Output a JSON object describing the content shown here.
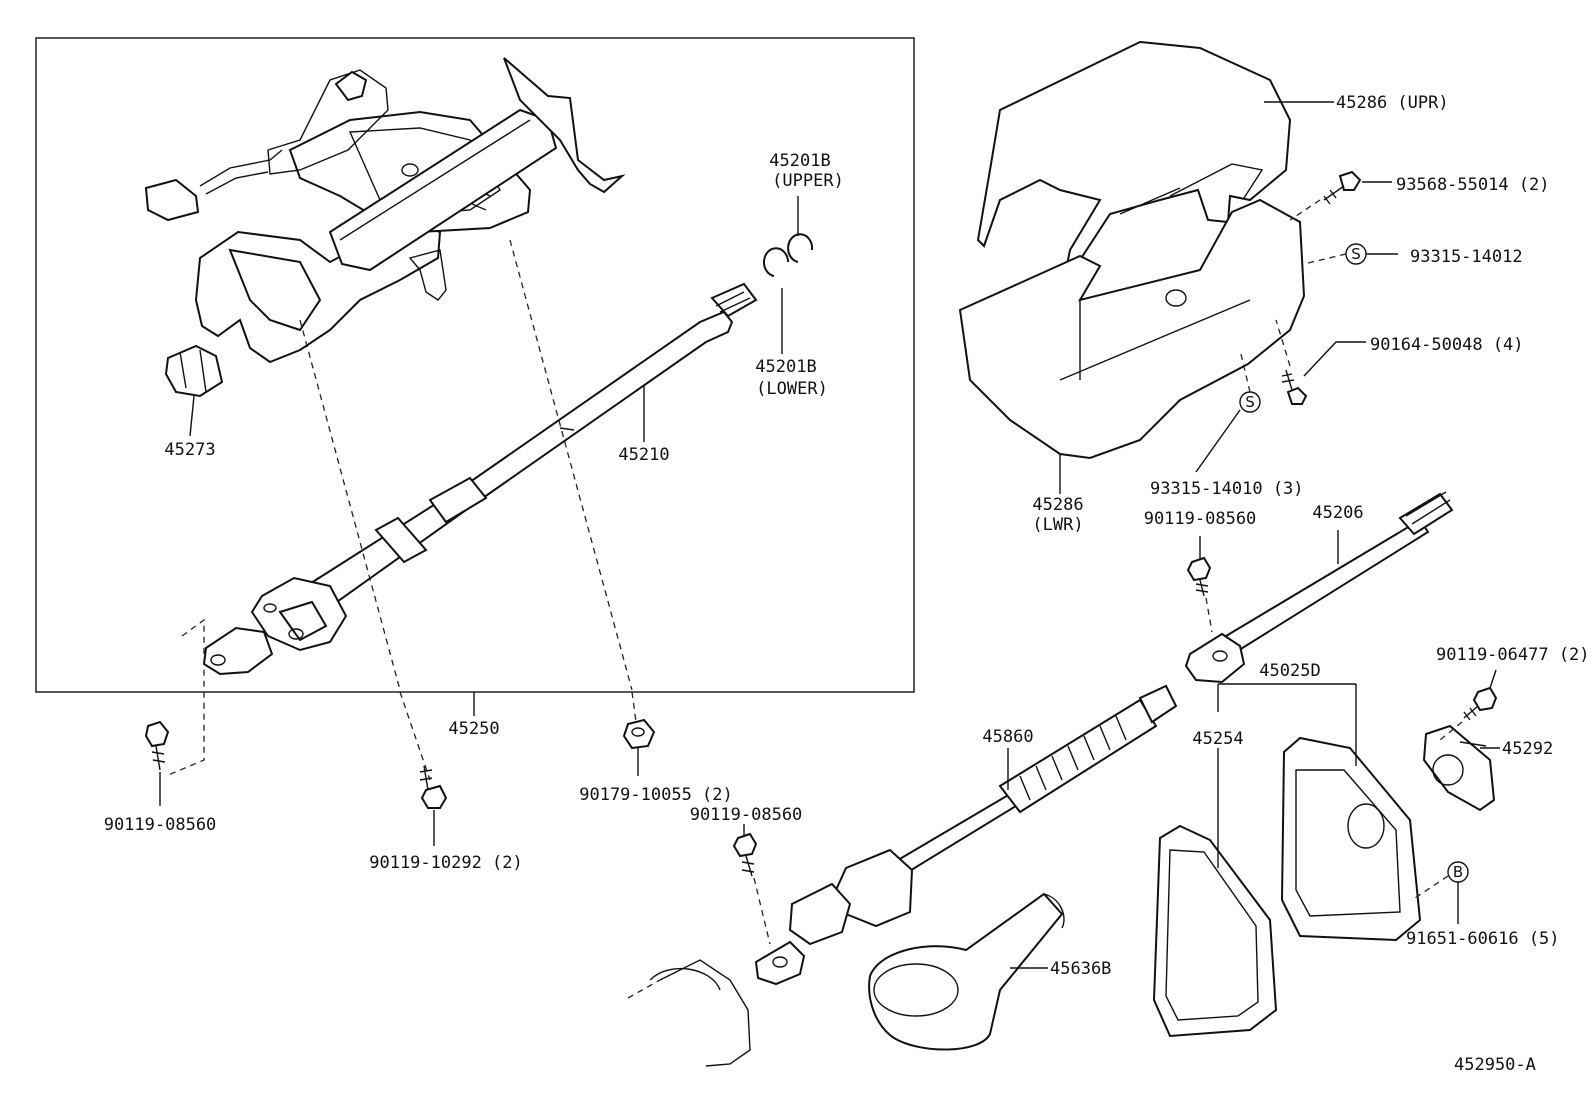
{
  "diagram_id": "452950-A",
  "symbols": {
    "s": "S",
    "b": "B"
  },
  "labels": {
    "p45286_upr": "45286 (UPR)",
    "p93568": "93568-55014 (2)",
    "p93315_14012": "93315-14012",
    "p90164": "90164-50048 (4)",
    "p93315_14010": "93315-14010 (3)",
    "p45286_lwr_num": "45286",
    "p45286_lwr_tag": "(LWR)",
    "p45201b_u_num": "45201B",
    "p45201b_u_tag": "(UPPER)",
    "p45201b_l_num": "45201B",
    "p45201b_l_tag": "(LOWER)",
    "p45273": "45273",
    "p45210": "45210",
    "p45250": "45250",
    "p90119_08560_a": "90119-08560",
    "p90119_10292": "90119-10292 (2)",
    "p90179": "90179-10055 (2)",
    "p90119_08560_b": "90119-08560",
    "p90119_08560_c": "90119-08560",
    "p45206": "45206",
    "p45860": "45860",
    "p45025d": "45025D",
    "p45254": "45254",
    "p90119_06477": "90119-06477 (2)",
    "p45292": "45292",
    "p91651": "91651-60616 (5)",
    "p45636b": "45636B"
  }
}
